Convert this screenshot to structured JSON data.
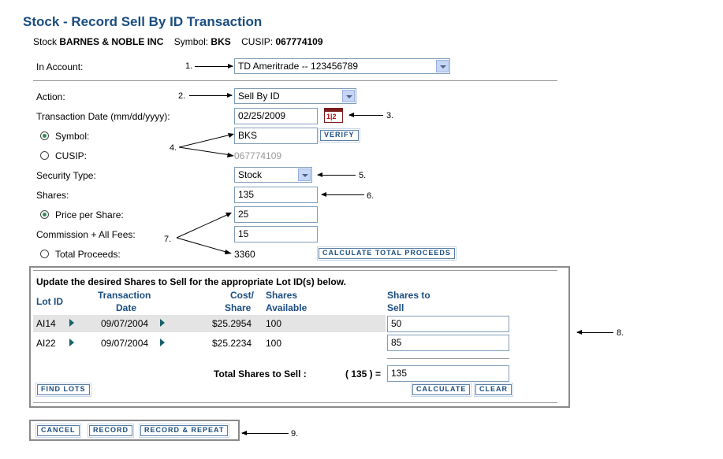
{
  "page_title": "Stock - Record Sell By ID Transaction",
  "info": {
    "stock_label": "Stock",
    "stock_name": "BARNES & NOBLE INC",
    "symbol_label": "Symbol:",
    "symbol": "BKS",
    "cusip_label": "CUSIP:",
    "cusip": "067774109"
  },
  "form": {
    "account_label": "In Account:",
    "account_value": "TD Ameritrade -- 123456789",
    "action_label": "Action:",
    "action_value": "Sell By ID",
    "date_label": "Transaction Date (mm/dd/yyyy):",
    "date_value": "02/25/2009",
    "calendar_text": "1|2",
    "symbol_label": "Symbol:",
    "symbol_value": "BKS",
    "verify_label": "VERIFY",
    "cusip_label": "CUSIP:",
    "cusip_value": "067774109",
    "security_type_label": "Security Type:",
    "security_type_value": "Stock",
    "shares_label": "Shares:",
    "shares_value": "135",
    "price_label": "Price per Share:",
    "price_value": "25",
    "fees_label": "Commission + All Fees:",
    "fees_value": "15",
    "proceeds_label": "Total Proceeds:",
    "proceeds_value": "3360",
    "calc_proceeds_label": "CALCULATE TOTAL PROCEEDS"
  },
  "lots": {
    "instruction": "Update the desired Shares to Sell for the appropriate Lot ID(s) below.",
    "headers": {
      "lot_id": "Lot ID",
      "tx_date_1": "Transaction",
      "tx_date_2": "Date",
      "cost_1": "Cost/",
      "cost_2": "Share",
      "avail_1": "Shares",
      "avail_2": "Available",
      "sell_1": "Shares to",
      "sell_2": "Sell"
    },
    "rows": [
      {
        "lot_id": "AI14",
        "date": "09/07/2004",
        "cost": "$25.2954",
        "available": "100",
        "sell": "50"
      },
      {
        "lot_id": "AI22",
        "date": "09/07/2004",
        "cost": "$25.2234",
        "available": "100",
        "sell": "85"
      }
    ],
    "total_label": "Total Shares to Sell :",
    "total_paren": "( 135 ) =",
    "total_value": "135",
    "find_lots_label": "FIND LOTS",
    "calculate_label": "CALCULATE",
    "clear_label": "CLEAR"
  },
  "footer": {
    "cancel_label": "CANCEL",
    "record_label": "RECORD",
    "record_repeat_label": "RECORD & REPEAT"
  },
  "callouts": [
    "1.",
    "2.",
    "3.",
    "4.",
    "5.",
    "6.",
    "7.",
    "8.",
    "9."
  ],
  "colors": {
    "title": "#1a4d80",
    "row_highlight": "#e4e4e4",
    "radio_on": "#2e8b57"
  }
}
